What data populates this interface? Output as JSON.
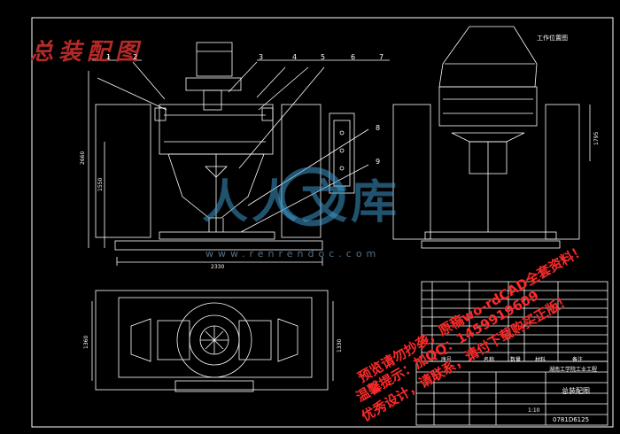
{
  "drawing": {
    "stamp_title": "总装配图",
    "side_view_label": "工作位置图",
    "part_numbers": [
      "1",
      "2",
      "3",
      "4",
      "5",
      "6",
      "7",
      "8",
      "9"
    ],
    "dimensions": {
      "overall_width": "2330",
      "overall_height": "2660",
      "height_2": "1550",
      "plan_depth": "1360",
      "side_height": "1795",
      "plan_right": "1330"
    },
    "colors": {
      "background": "#000000",
      "lines": "#ffffff",
      "stamp": "#b52a28",
      "watermark": "#3c96c8",
      "promo": "#ff2a2a"
    }
  },
  "title_block": {
    "drawing_name": "总装配图",
    "drawing_code": "0781D6125",
    "scale": "1:10",
    "school_line": "湖南工学院工业工程",
    "table_headers": [
      "序号",
      "名称",
      "数量",
      "材料",
      "备注"
    ]
  },
  "watermark": {
    "logo_text": "人人文库",
    "url": "www.renrendoc.com"
  },
  "promo_lines": [
    "预览请勿抄袭，原稿wo-rdCAD全套资料！",
    "温馨提示：加QQ：1459919609",
    "优秀设计，请联系，请付下载购买正版！"
  ]
}
